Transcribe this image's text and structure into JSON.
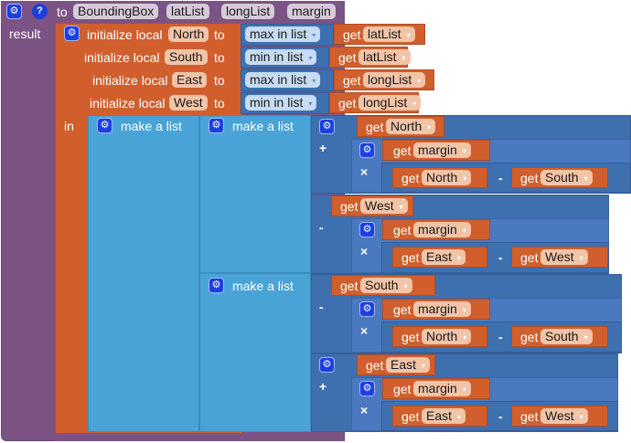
{
  "procedure": {
    "keyword": "to",
    "name": "BoundingBox",
    "params": [
      "latList",
      "longList",
      "margin"
    ],
    "result_label": "result",
    "in_label": "in"
  },
  "locals": [
    {
      "label": "initialize local",
      "name": "North",
      "to": "to",
      "func": "max in list",
      "get": "get",
      "var": "latList"
    },
    {
      "label": "initialize local",
      "name": "South",
      "to": "to",
      "func": "min in list",
      "get": "get",
      "var": "latList"
    },
    {
      "label": "initialize local",
      "name": "East",
      "to": "to",
      "func": "max in list",
      "get": "get",
      "var": "longList"
    },
    {
      "label": "initialize local",
      "name": "West",
      "to": "to",
      "func": "min in list",
      "get": "get",
      "var": "longList"
    }
  ],
  "lists": {
    "outer_label": "make a list",
    "inner1_label": "make a list",
    "inner2_label": "make a list"
  },
  "exprs": [
    {
      "base": "North",
      "op": "+",
      "margin": "margin",
      "mul": "×",
      "a": "North",
      "minus": "-",
      "b": "South"
    },
    {
      "base": "West",
      "op": "-",
      "margin": "margin",
      "mul": "×",
      "a": "East",
      "minus": "-",
      "b": "West"
    },
    {
      "base": "South",
      "op": "-",
      "margin": "margin",
      "mul": "×",
      "a": "North",
      "minus": "-",
      "b": "South"
    },
    {
      "base": "East",
      "op": "+",
      "margin": "margin",
      "mul": "×",
      "a": "East",
      "minus": "-",
      "b": "West"
    }
  ],
  "get_label": "get",
  "icons": {
    "gear": "⚙",
    "help": "?",
    "dropdown": "▾"
  }
}
